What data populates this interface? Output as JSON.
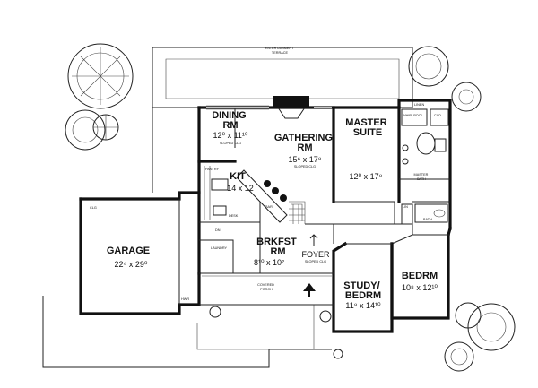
{
  "terrace": "ENTERTAINMENT\nTERRACE",
  "rooms": {
    "dining": {
      "name": "DINING\nRM",
      "dim": "12⁰ x 11¹⁰",
      "note": "SLOPED CLG"
    },
    "gathering": {
      "name": "GATHERING\nRM",
      "dim": "15⁶ x 17⁸",
      "note": "SLOPED CLG"
    },
    "master": {
      "name": "MASTER\nSUITE",
      "dim": "12⁰ x 17⁸"
    },
    "kit": {
      "name": "KIT",
      "dim": "14 x 12"
    },
    "brkfst": {
      "name": "BRKFST\nRM",
      "dim": "8¹⁰ x 10²"
    },
    "garage": {
      "name": "GARAGE",
      "dim": "22⁴ x 29⁰"
    },
    "foyer": {
      "name": "FOYER",
      "note": "SLOPED CLG"
    },
    "study": {
      "name": "STUDY/\nBEDRM",
      "dim": "11⁸ x 14¹⁰"
    },
    "bedrm": {
      "name": "BEDRM",
      "dim": "10⁸ x 12¹⁰"
    }
  },
  "small_labels": {
    "pantry": "PANTRY",
    "laundry": "LAUNDRY",
    "covered_porch": "COVERED\nPORCH",
    "master_bath": "MASTER\nBATH",
    "bath": "BATH",
    "whirlpool": "WHIRLPOOL",
    "linen": "LINEN",
    "lin": "LIN",
    "clo": "CLO",
    "clg": "CLG",
    "desk": "DESK",
    "bar": "BAR",
    "dn": "DN",
    "hwr": "HWR"
  }
}
